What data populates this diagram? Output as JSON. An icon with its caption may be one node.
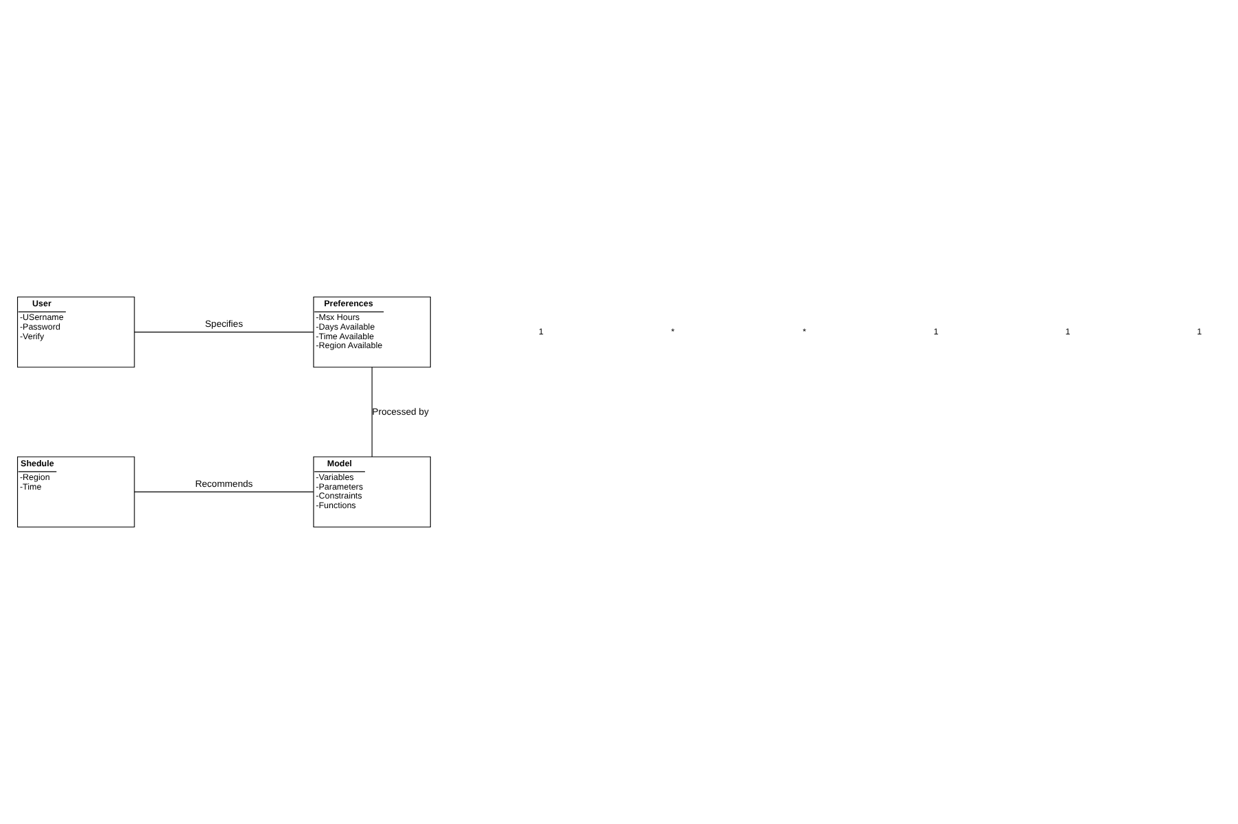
{
  "diagram": {
    "nodes": [
      {
        "text": [
          "User",
          "-USername",
          "-Password",
          "-Verify"
        ]
      },
      {
        "text": [
          "Preferences",
          "-Msx Hours",
          "-Days Available",
          "-Time Available",
          "-Region Available"
        ]
      },
      {
        "text": [
          "Shedule",
          "-Region",
          "-Time"
        ]
      },
      {
        "text": [
          "Model",
          "-Variables",
          "-Parameters",
          "-Constraints",
          "-Functions"
        ]
      }
    ],
    "edges": [
      {
        "from": 0,
        "to": 1,
        "arrow": "none",
        "label": "Specifies"
      },
      {
        "from": 1,
        "to": 3,
        "arrow": "none",
        "label": "Processed by"
      },
      {
        "from": 2,
        "to": 3,
        "arrow": "none",
        "label": "Recommends"
      }
    ],
    "labels": [
      "1",
      "*",
      "*",
      "1",
      "1",
      "1"
    ]
  }
}
